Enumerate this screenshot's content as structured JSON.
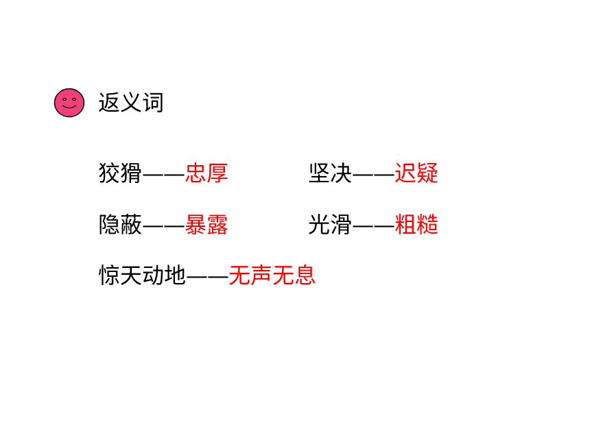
{
  "heading": "返义词",
  "icon": "smiley-face-icon",
  "colors": {
    "answer": "#ff0000",
    "smiley_fill": "#f0407a"
  },
  "pairs": [
    {
      "word": "狡猾",
      "dash": "——",
      "antonym": "忠厚"
    },
    {
      "word": "坚决",
      "dash": "——",
      "antonym": "迟疑"
    },
    {
      "word": "隐蔽",
      "dash": "——",
      "antonym": "暴露"
    },
    {
      "word": "光滑",
      "dash": "——",
      "antonym": "粗糙"
    },
    {
      "word": "惊天动地",
      "dash": "——",
      "antonym": "无声无息"
    }
  ]
}
